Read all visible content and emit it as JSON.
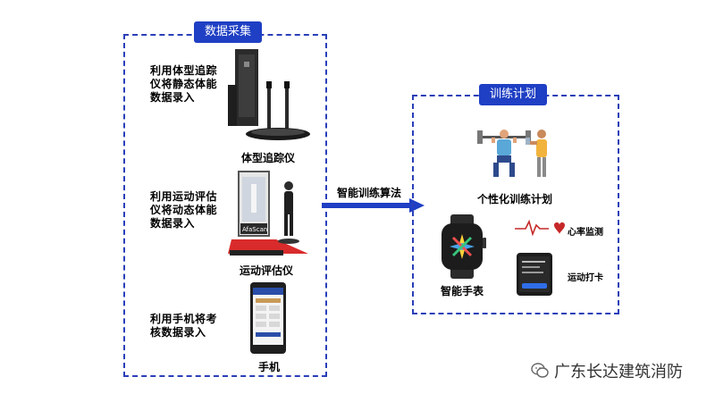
{
  "left_panel": {
    "title": "数据采集",
    "items": [
      {
        "desc": "利用体型追踪仪将静态体能数据录入",
        "caption": "体型追踪仪"
      },
      {
        "desc": "利用运动评估仪将动态体能数据录入",
        "caption": "运动评估仪",
        "device_text": "AfaScan"
      },
      {
        "desc": "利用手机将考核数据录入",
        "caption": "手机"
      }
    ]
  },
  "arrow_label": "智能训练算法",
  "right_panel": {
    "title": "训练计划",
    "plan_caption": "个性化训练计划",
    "watch_caption": "智能手表",
    "heart_label": "心率监测",
    "checkin_label": "运动打卡"
  },
  "watermark": "广东长达建筑消防",
  "colors": {
    "accent": "#1f3fc4",
    "heart": "#c62828"
  }
}
